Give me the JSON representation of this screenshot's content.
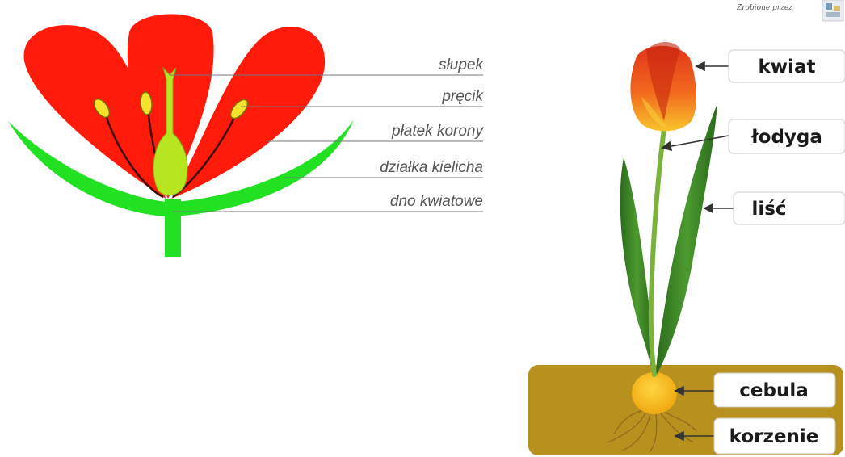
{
  "flower_diagram": {
    "labels": {
      "pistil": "słupek",
      "stamen": "pręcik",
      "petal": "płatek korony",
      "sepal": "działka kielicha",
      "receptacle": "dno kwiatowe"
    }
  },
  "tulip_diagram": {
    "credit": "Zrobione przez",
    "labels": {
      "flower": "kwiat",
      "stem": "łodyga",
      "leaf": "liść",
      "bulb": "cebula",
      "roots": "korzenie"
    }
  },
  "colors": {
    "petal": "#ff1a0a",
    "sepal": "#22e022",
    "pistil": "#b6e61f",
    "anther": "#f4e32a",
    "soil": "#b8901e",
    "bulb": "#f7bf18",
    "tulip_petal": "#f04a1c",
    "tulip_leaf": "#3a8a28"
  }
}
